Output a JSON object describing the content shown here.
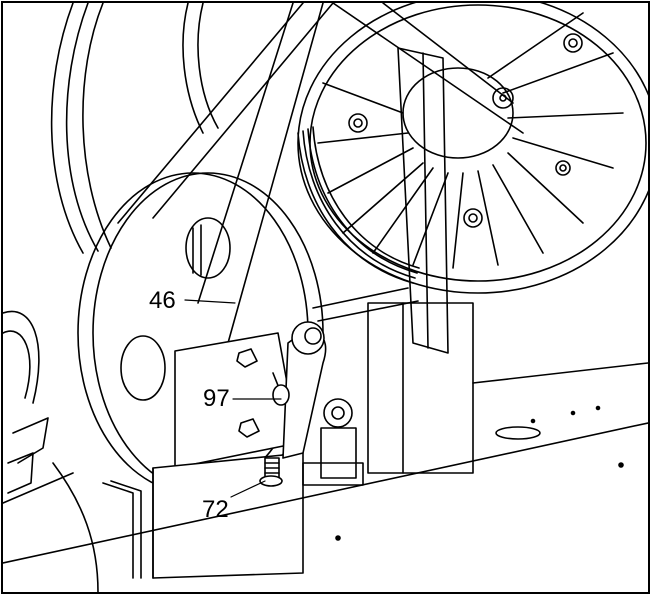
{
  "callouts": [
    {
      "id": "46",
      "label": "46"
    },
    {
      "id": "97",
      "label": "97"
    },
    {
      "id": "72",
      "label": "72"
    }
  ],
  "colors": {
    "line": "#000000",
    "background": "#ffffff"
  }
}
